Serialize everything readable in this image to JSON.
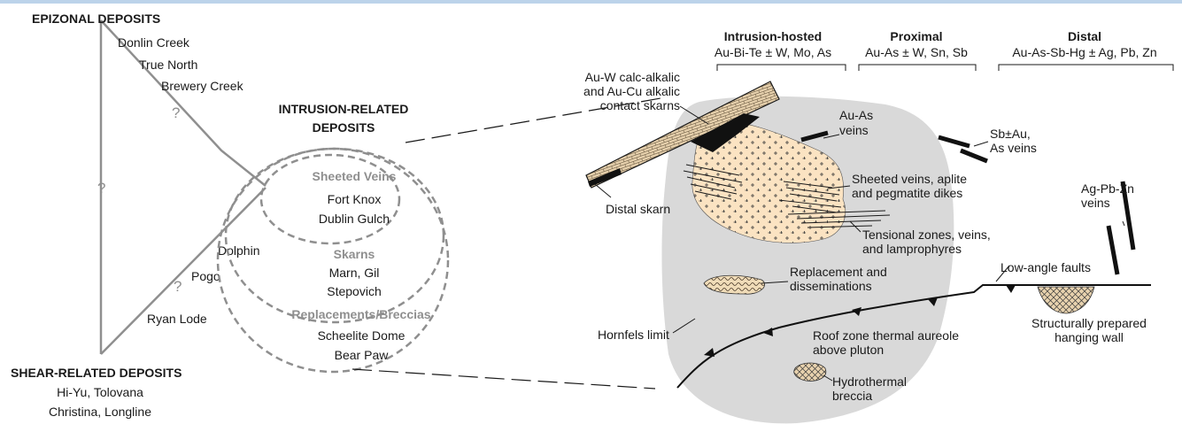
{
  "left": {
    "epizonal_title": "EPIZONAL DEPOSITS",
    "epizonal_examples": [
      "Donlin Creek",
      "True North",
      "Brewery Creek"
    ],
    "shear_title": "SHEAR-RELATED DEPOSITS",
    "shear_examples": [
      "Hi-Yu, Tolovana",
      "Christina, Longline"
    ],
    "intrusion_title": [
      "INTRUSION-RELATED",
      "DEPOSITS"
    ],
    "question_mark": "?",
    "side_examples": [
      "Dolphin",
      "Pogo",
      "Ryan Lode"
    ],
    "sheeted": {
      "title": "Sheeted Veins",
      "examples": [
        "Fort Knox",
        "Dublin Gulch"
      ]
    },
    "skarns": {
      "title": "Skarns",
      "examples": [
        "Marn, Gil",
        "Stepovich"
      ]
    },
    "replacements": {
      "title": "Replacements/Breccias",
      "examples": [
        "Scheelite Dome",
        "Bear Paw"
      ]
    }
  },
  "zones": [
    {
      "title": "Intrusion-hosted",
      "elements": "Au-Bi-Te ± W, Mo, As"
    },
    {
      "title": "Proximal",
      "elements": "Au-As ± W, Sn, Sb"
    },
    {
      "title": "Distal",
      "elements": "Au-As-Sb-Hg ± Ag, Pb, Zn"
    }
  ],
  "labels": {
    "contact_skarns": [
      "Au-W calc-alkalic",
      "and Au-Cu alkalic",
      "contact skarns"
    ],
    "distal_skarn": "Distal skarn",
    "au_as_veins": [
      "Au-As",
      "veins"
    ],
    "sb_au_veins": [
      "Sb±Au,",
      "As veins"
    ],
    "sheeted_veins": [
      "Sheeted veins, aplite",
      "and pegmatite dikes"
    ],
    "tensional": [
      "Tensional zones, veins,",
      "and lamprophyres"
    ],
    "ag_pb_zn": [
      "Ag-Pb-Zn",
      "veins"
    ],
    "replacement": [
      "Replacement and",
      "disseminations"
    ],
    "low_angle": "Low-angle faults",
    "hornfels": "Hornfels limit",
    "roof_zone": [
      "Roof zone thermal aureole",
      "above pluton"
    ],
    "structurally": [
      "Structurally prepared",
      "hanging wall"
    ],
    "hydrothermal": [
      "Hydrothermal",
      "breccia"
    ]
  },
  "colors": {
    "hornfels_fill": "#d9d9d9",
    "pluton_fill": "#fbe3c2",
    "sediment_fill": "#e8d2ae",
    "ink": "#1a1a1a",
    "gray_line": "#8f8f8f",
    "top_bar": "#bcd3ea"
  }
}
